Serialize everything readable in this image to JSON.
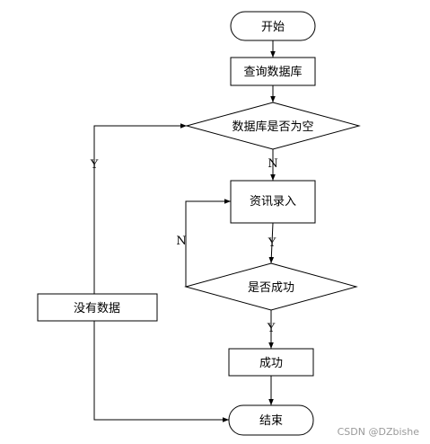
{
  "nodes": {
    "start": "开始",
    "query_db": "查询数据库",
    "db_empty": "数据库是否为空",
    "input_record": "资讯录入",
    "is_success": "是否成功",
    "success": "成功",
    "no_data": "没有数据",
    "end": "结束"
  },
  "edge_labels": {
    "empty_no": "N",
    "empty_yes": "Y",
    "input_yes": "Y",
    "success_no": "N",
    "success_yes": "Y"
  },
  "watermark": "CSDN @DZbishe"
}
